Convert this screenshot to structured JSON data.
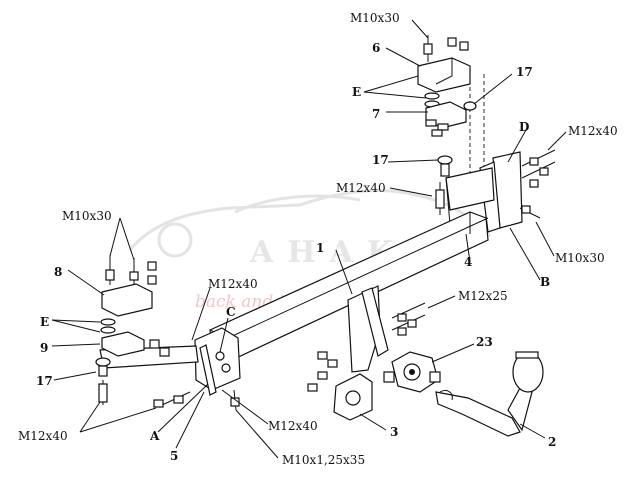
{
  "watermark": {
    "brand": "AHAKA",
    "tagline": "back and travel"
  },
  "labels": {
    "m10x30_top": "M10x30",
    "n6": "6",
    "e_top": "E",
    "n7": "7",
    "n17_top": "17",
    "d": "D",
    "m12x40_top_right": "M12x40",
    "n17_mid": "17",
    "m12x40_mid": "M12x40",
    "m10x30_left": "M10x30",
    "n1": "1",
    "n4": "4",
    "m10x30_right": "M10x30",
    "b": "B",
    "n8": "8",
    "m12x40_left": "M12x40",
    "e_left": "E",
    "c": "C",
    "m12x25": "M12x25",
    "n9": "9",
    "n23": "23",
    "n17_left": "17",
    "m12x40_bottom_left": "M12x40",
    "a": "A",
    "m12x40_bottom": "M12x40",
    "n3": "3",
    "n2": "2",
    "n5": "5",
    "m10x125x35": "M10x1,25x35"
  }
}
